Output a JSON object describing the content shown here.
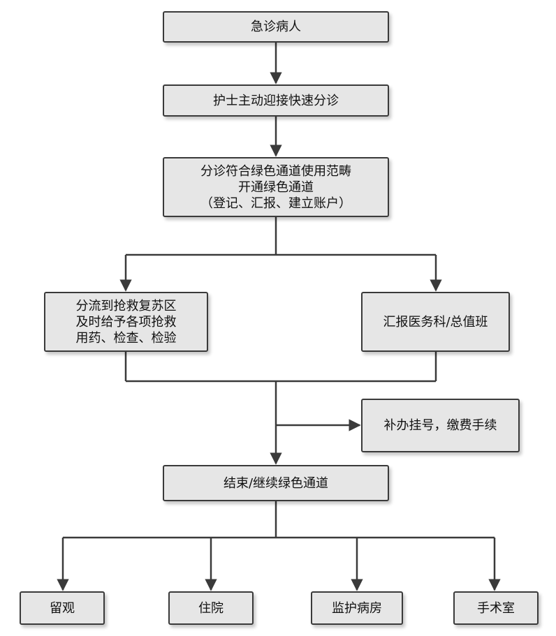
{
  "nodes": {
    "start": [
      "急诊病人"
    ],
    "triage": [
      "护士主动迎接快速分诊"
    ],
    "open_channel": [
      "分诊符合绿色通道使用范畴",
      "开通绿色通道",
      "（登记、汇报、建立账户）"
    ],
    "rescue": [
      "分流到抢救复苏区",
      "及时给予各项抢救",
      "用药、检查、检验"
    ],
    "report": [
      "汇报医务科/总值班"
    ],
    "payment": [
      "补办挂号，缴费手续"
    ],
    "end": [
      "结束/继续绿色通道"
    ],
    "observe": [
      "留观"
    ],
    "admit": [
      "住院"
    ],
    "icu": [
      "监护病房"
    ],
    "surgery": [
      "手术室"
    ]
  },
  "colors": {
    "node_fill": "#e6e6e6",
    "node_border": "#3a3a3a",
    "line": "#3a3a3a",
    "text": "#111111"
  }
}
